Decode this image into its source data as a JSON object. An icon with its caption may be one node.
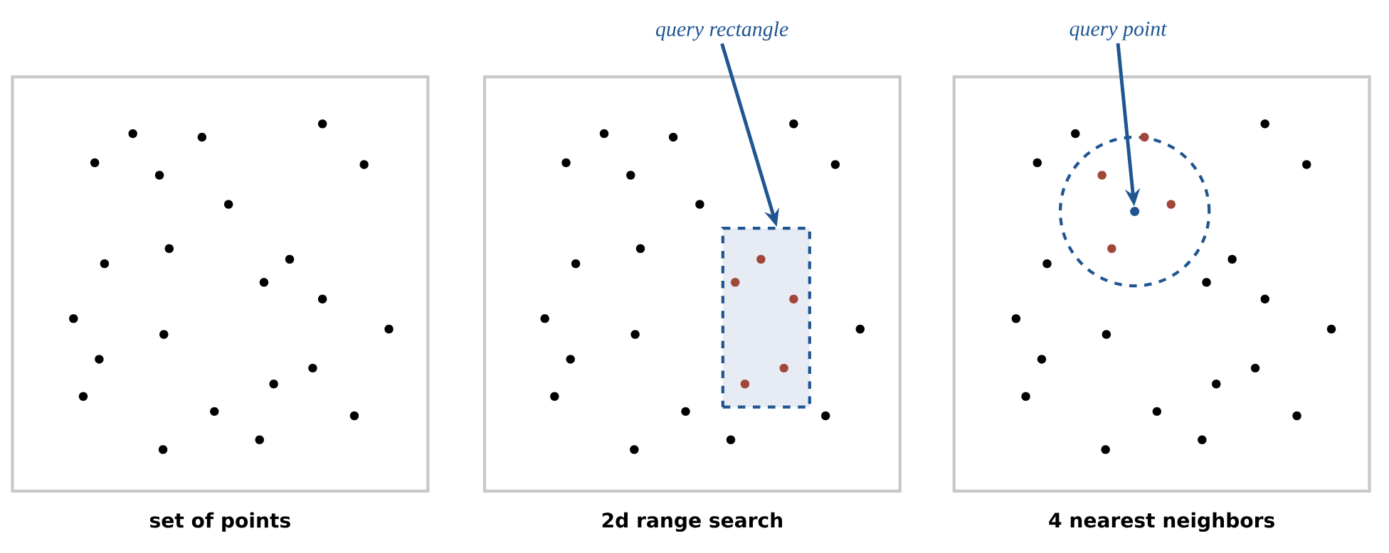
{
  "diagram": {
    "nodes": [
      {
        "text": [
          "set of points"
        ]
      },
      {
        "text": [
          "2d range search"
        ]
      },
      {
        "text": [
          "4 nearest neighbors"
        ]
      },
      {
        "text": [
          "query rectangle"
        ]
      },
      {
        "text": [],
        "shape": "box",
        "in": 1
      },
      {
        "text": [
          "query point"
        ]
      },
      {
        "text": [],
        "shape": "circle",
        "in": 2
      }
    ],
    "edges": [
      {
        "from": 3,
        "to": 4,
        "arrow": "to"
      },
      {
        "from": 5,
        "to": 6,
        "arrow": "to"
      }
    ]
  }
}
